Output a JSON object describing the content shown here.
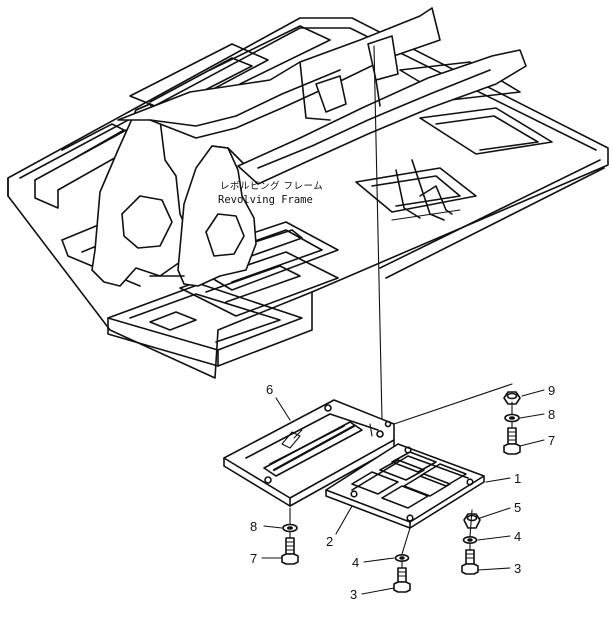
{
  "labels": {
    "frame_jp": "レボルビング フレーム",
    "frame_en": "Revolving Frame"
  },
  "callouts": [
    {
      "id": "c1",
      "number": "1"
    },
    {
      "id": "c2",
      "number": "2"
    },
    {
      "id": "c3a",
      "number": "3"
    },
    {
      "id": "c3b",
      "number": "3"
    },
    {
      "id": "c4a",
      "number": "4"
    },
    {
      "id": "c4b",
      "number": "4"
    },
    {
      "id": "c5",
      "number": "5"
    },
    {
      "id": "c6",
      "number": "6"
    },
    {
      "id": "c7a",
      "number": "7"
    },
    {
      "id": "c7b",
      "number": "7"
    },
    {
      "id": "c8a",
      "number": "8"
    },
    {
      "id": "c8b",
      "number": "8"
    },
    {
      "id": "c9",
      "number": "9"
    }
  ]
}
